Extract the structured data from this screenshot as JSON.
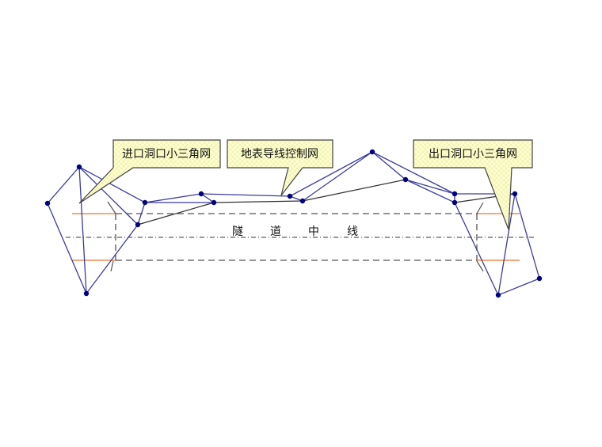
{
  "callouts": {
    "entrance": "进口洞口小三角网",
    "surface": "地表导线控制网",
    "exit": "出口洞口小三角网"
  },
  "centerline": [
    "隧",
    "道",
    "中",
    "线"
  ],
  "colors": {
    "network": "#3a3aa0",
    "traverse": "#333333",
    "portal": "#f08a4b",
    "point": "#000080",
    "callout_fill": "#ffffcc"
  }
}
